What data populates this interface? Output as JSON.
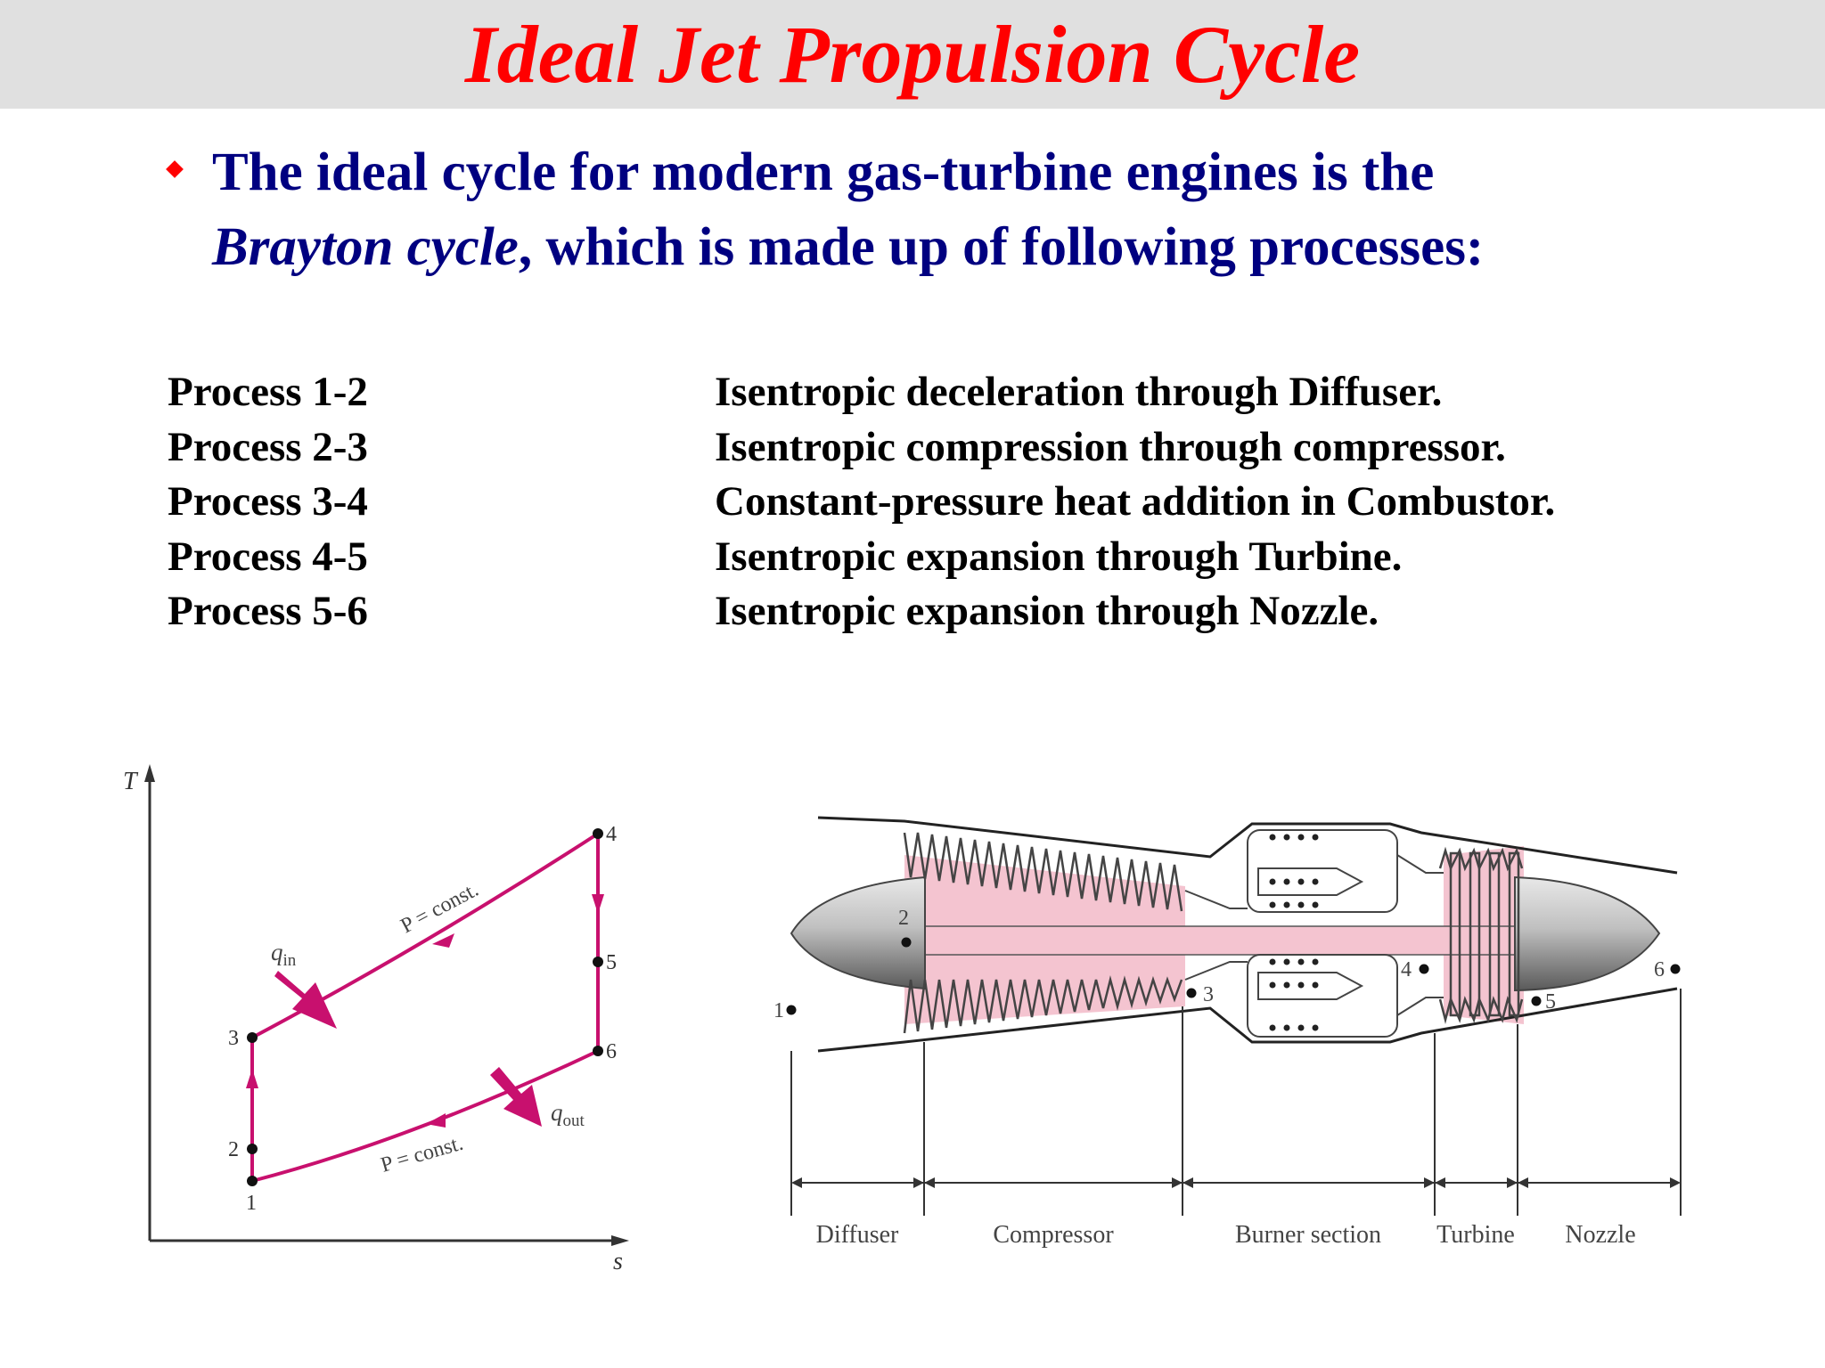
{
  "slide": {
    "title": "Ideal Jet Propulsion Cycle",
    "bullet": {
      "line1": "The ideal cycle for modern gas-turbine engines is the",
      "emph": "Brayton cycle",
      "line2_rest": ", which is made up of following processes:"
    },
    "processes": [
      {
        "name": "Process 1-2",
        "desc": "Isentropic deceleration through Diffuser."
      },
      {
        "name": "Process 2-3",
        "desc": "Isentropic compression through compressor."
      },
      {
        "name": "Process 3-4",
        "desc": "Constant-pressure heat addition in Combustor."
      },
      {
        "name": "Process 4-5",
        "desc": "Isentropic expansion through Turbine."
      },
      {
        "name": "Process 5-6",
        "desc": "Isentropic expansion through Nozzle."
      }
    ]
  },
  "ts_diagram": {
    "y_axis_label": "T",
    "x_axis_label": "s",
    "points": [
      "1",
      "2",
      "3",
      "4",
      "5",
      "6"
    ],
    "upper_label": "P = const.",
    "lower_label": "P = const.",
    "heat_in": {
      "sym": "q",
      "sub": "in"
    },
    "heat_out": {
      "sym": "q",
      "sub": "out"
    }
  },
  "engine_diagram": {
    "stations": [
      "1",
      "2",
      "3",
      "4",
      "5",
      "6"
    ],
    "sections": [
      "Diffuser",
      "Compressor",
      "Burner section",
      "Turbine",
      "Nozzle"
    ]
  },
  "colors": {
    "title": "#ff0000",
    "bullet_text": "#000080",
    "title_bar": "#e0e0e0",
    "cycle_line": "#c8106e",
    "engine_core": "#f4c4d0"
  }
}
